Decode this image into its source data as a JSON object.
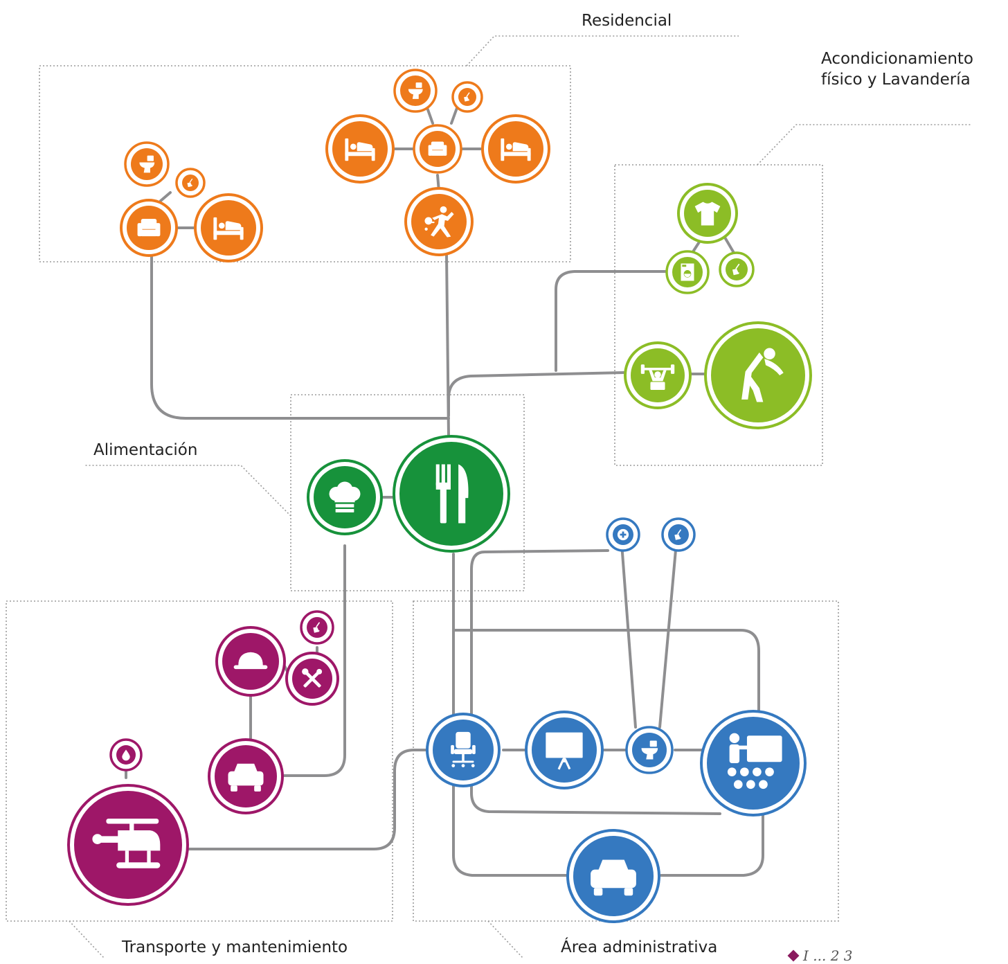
{
  "labels": {
    "residencial": "Residencial",
    "acondicionamiento": "Acondicionamiento físico y Lavandería",
    "alimentacion": "Alimentación",
    "transporte": "Transporte y mantenimiento",
    "administrativa": "Área administrativa",
    "footer_partial": "I ... 2 3"
  },
  "colors": {
    "residencial": "#ee7a1b",
    "acondicionamiento": "#8cbd26",
    "alimentacion": "#17923b",
    "transporte": "#9e1768",
    "administrativa": "#3579c0",
    "connector": "#8e8e90",
    "box_border": "#9a9a9a"
  },
  "zones": {
    "residencial": [
      {
        "name": "toilet-icon"
      },
      {
        "name": "cleaning-icon"
      },
      {
        "name": "armchair-icon"
      },
      {
        "name": "bed-icon"
      },
      {
        "name": "toilet-icon"
      },
      {
        "name": "cleaning-icon"
      },
      {
        "name": "bed-icon"
      },
      {
        "name": "armchair-icon"
      },
      {
        "name": "bed-icon"
      },
      {
        "name": "table-tennis-icon"
      }
    ],
    "acondicionamiento": [
      {
        "name": "tshirt-icon"
      },
      {
        "name": "washing-machine-icon"
      },
      {
        "name": "cleaning-icon"
      },
      {
        "name": "weightlifting-icon"
      },
      {
        "name": "stretching-icon"
      }
    ],
    "alimentacion": [
      {
        "name": "chef-hat-icon"
      },
      {
        "name": "fork-knife-icon"
      }
    ],
    "transporte": [
      {
        "name": "cleaning-icon"
      },
      {
        "name": "helmet-icon"
      },
      {
        "name": "tools-icon"
      },
      {
        "name": "car-icon"
      },
      {
        "name": "fuel-drop-icon"
      },
      {
        "name": "helicopter-icon"
      }
    ],
    "administrativa": [
      {
        "name": "first-aid-icon"
      },
      {
        "name": "cleaning-icon"
      },
      {
        "name": "office-chair-icon"
      },
      {
        "name": "presentation-icon"
      },
      {
        "name": "toilet-icon"
      },
      {
        "name": "classroom-icon"
      },
      {
        "name": "car-icon"
      }
    ]
  }
}
